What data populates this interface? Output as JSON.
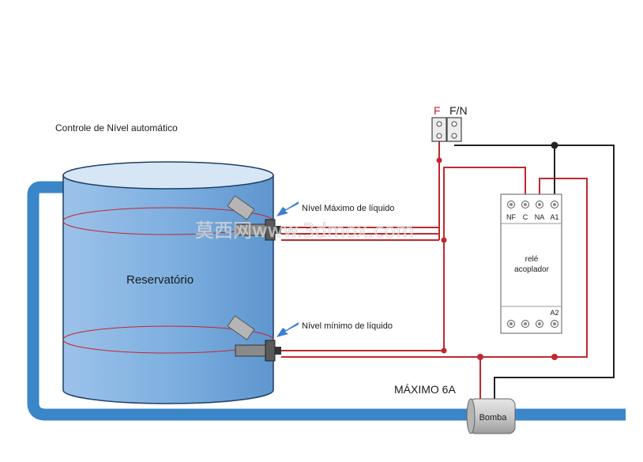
{
  "title": "Controle de Nível automático",
  "reservoir_label": "Reservatório",
  "sensor_max_label": "Nível Máximo de líquido",
  "sensor_min_label": "Nível mínimo de líquido",
  "terminal_phase": "F",
  "terminal_neutral": "F/N",
  "relay": {
    "name_line1": "relé",
    "name_line2": "acoplador",
    "top_terminals": [
      "NF",
      "C",
      "NA",
      "A1"
    ],
    "bottom_terminal": "A2"
  },
  "pump_label": "Bomba",
  "max_current_label": "MÁXIMO 6A",
  "watermark": "莫西网www.3dmox.com",
  "colors": {
    "phase_wire": "#c0282d",
    "neutral_wire": "#222222",
    "pipe": "#3a86c8",
    "water": "#7fb0e0",
    "tank_outline": "#1f3f66"
  }
}
